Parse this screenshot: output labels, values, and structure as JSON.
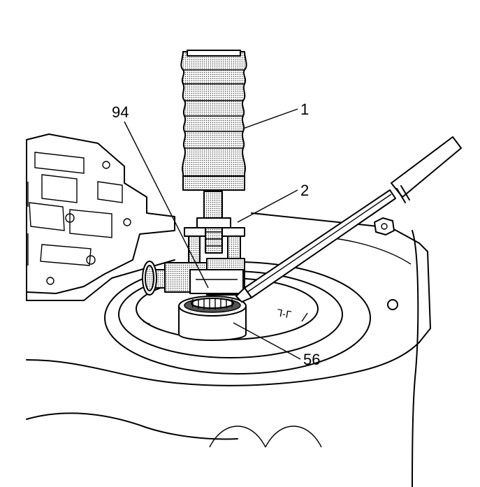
{
  "callouts": [
    {
      "id": "c1",
      "label": "1"
    },
    {
      "id": "c2",
      "label": "2"
    },
    {
      "id": "c94",
      "label": "94"
    },
    {
      "id": "c56",
      "label": "56"
    }
  ],
  "colors": {
    "ink": "#000000",
    "paper": "#ffffff",
    "shade": "#9a9a9a"
  }
}
